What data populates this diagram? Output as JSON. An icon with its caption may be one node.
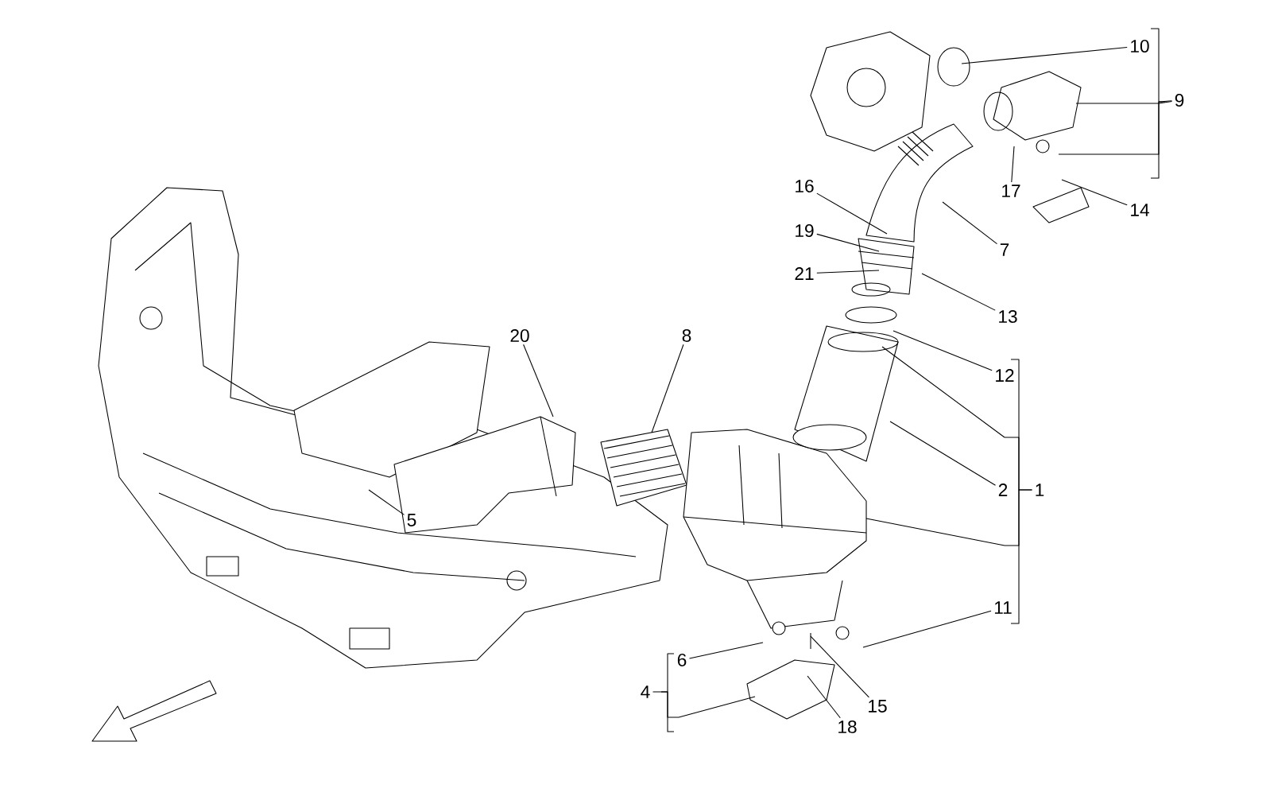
{
  "diagram": {
    "nodes": [
      {
        "text": [
          "10"
        ]
      },
      {
        "text": [
          "9"
        ]
      },
      {
        "text": [
          "16"
        ]
      },
      {
        "text": [
          "17"
        ]
      },
      {
        "text": [
          "14"
        ]
      },
      {
        "text": [
          "7"
        ]
      },
      {
        "text": [
          "19"
        ]
      },
      {
        "text": [
          "21"
        ]
      },
      {
        "text": [
          "13"
        ]
      },
      {
        "text": [
          "20"
        ]
      },
      {
        "text": [
          "8"
        ]
      },
      {
        "text": [
          "12"
        ]
      },
      {
        "text": [
          "2"
        ]
      },
      {
        "text": [
          "1"
        ]
      },
      {
        "text": [
          "5"
        ]
      },
      {
        "text": [
          "11"
        ]
      },
      {
        "text": [
          "6"
        ]
      },
      {
        "text": [
          "15"
        ]
      },
      {
        "text": [
          "4"
        ]
      },
      {
        "text": [
          "18"
        ]
      }
    ],
    "edges": [
      {
        "from": 0,
        "to": null,
        "arrow": "none"
      },
      {
        "from": 2,
        "to": null,
        "arrow": "none"
      },
      {
        "from": 3,
        "to": null,
        "arrow": "none"
      },
      {
        "from": 4,
        "to": null,
        "arrow": "none"
      },
      {
        "from": 5,
        "to": null,
        "arrow": "none"
      },
      {
        "from": 6,
        "to": null,
        "arrow": "none"
      },
      {
        "from": 7,
        "to": null,
        "arrow": "none"
      },
      {
        "from": 8,
        "to": null,
        "arrow": "none"
      },
      {
        "from": 9,
        "to": null,
        "arrow": "none"
      },
      {
        "from": 10,
        "to": null,
        "arrow": "none"
      },
      {
        "from": 11,
        "to": null,
        "arrow": "none"
      },
      {
        "from": 12,
        "to": null,
        "arrow": "none"
      },
      {
        "from": 14,
        "to": null,
        "arrow": "none"
      },
      {
        "from": 15,
        "to": null,
        "arrow": "none"
      },
      {
        "from": 16,
        "to": null,
        "arrow": "none"
      },
      {
        "from": 17,
        "to": null,
        "arrow": "none"
      },
      {
        "from": 19,
        "to": null,
        "arrow": "none"
      },
      {
        "from": 1,
        "to": null,
        "arrow": "none"
      },
      {
        "from": 1,
        "to": null,
        "arrow": "none"
      },
      {
        "from": 13,
        "to": null,
        "arrow": "none"
      },
      {
        "from": 13,
        "to": null,
        "arrow": "none"
      },
      {
        "from": 18,
        "to": null,
        "arrow": "none"
      }
    ]
  }
}
